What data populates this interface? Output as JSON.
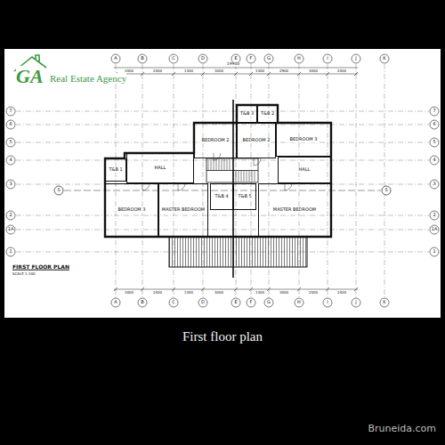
{
  "diagram": {
    "caption": "First floor plan",
    "nodes": [
      {
        "text": [
          "T&B 3"
        ]
      },
      {
        "text": [
          "T&B 2"
        ]
      },
      {
        "text": [
          "BEDROOM 2"
        ]
      },
      {
        "text": [
          "BEDROOM 2"
        ]
      },
      {
        "text": [
          "BEDROOM 3"
        ]
      },
      {
        "text": [
          "T&B 1"
        ]
      },
      {
        "text": [
          "HALL"
        ]
      },
      {
        "text": [
          "HALL"
        ]
      },
      {
        "text": [
          "BEDROOM 3"
        ]
      },
      {
        "text": [
          "MASTER BEDROOM"
        ]
      },
      {
        "text": [
          "T&B 4"
        ]
      },
      {
        "text": [
          "T&B 5"
        ]
      },
      {
        "text": [
          "MASTER BEDROOM"
        ]
      }
    ],
    "labels": [
      "GA",
      "Real Estate Agency",
      "A",
      "B",
      "C",
      "D",
      "E",
      "F",
      "G",
      "H",
      "I",
      "J",
      "K",
      "A",
      "B",
      "C",
      "D",
      "E",
      "F",
      "G",
      "H",
      "I",
      "J",
      "K",
      "7",
      "6",
      "5",
      "4",
      "3",
      "2",
      "1A",
      "1",
      "7",
      "6",
      "5",
      "4",
      "3",
      "2",
      "1A",
      "1",
      "19900",
      "3400",
      "2400",
      "1300",
      "3000",
      "1300",
      "2900",
      "3000",
      "2400",
      "3400",
      "2400",
      "1300",
      "3000",
      "1300",
      "3000",
      "2400",
      "2400",
      "S",
      "S",
      "FIRST FLOOR PLAN",
      "SCALE 1:100",
      "Bruneida.com"
    ]
  }
}
